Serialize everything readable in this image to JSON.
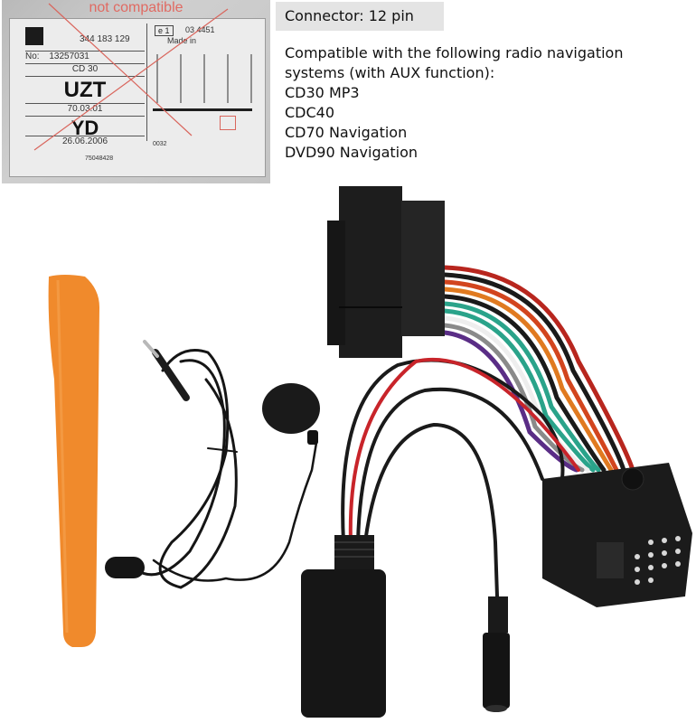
{
  "label_photo": {
    "overlay_text": "not compatible",
    "part_number": "344 183 129",
    "serial_no_label": "No:",
    "serial_no": "13257031",
    "model": "CD 30",
    "code1": "UZT",
    "code2": "70.03.01",
    "code3": "YD",
    "date": "26.06.2006",
    "barcode_number": "75048428",
    "approval_mark": "e 1",
    "approval_number": "03 4451",
    "made_in": "Made in",
    "footer_code": "0032",
    "overlay_color": "#e06a62"
  },
  "spec": {
    "connector_label": "Connector: 12 pin",
    "compat_intro_line1": "Compatible with the following radio navigation",
    "compat_intro_line2": "systems (with AUX function):",
    "models": [
      "CD30 MP3",
      "CDC40",
      "CD70 Navigation",
      "DVD90 Navigation"
    ]
  },
  "product_items": {
    "pry_tool": {
      "name": "orange trim removal tool",
      "color": "#f08a2c"
    },
    "microphone": {
      "name": "clip-on microphone with 3.5mm jack"
    },
    "harness": {
      "name": "12-pin connector wiring harness",
      "wire_colors": [
        "#b8261e",
        "#1a1a1a",
        "#d2451e",
        "#e07a20",
        "#2aa38a",
        "#ffffff",
        "#8a8a8a",
        "#5a2d86"
      ]
    },
    "quadlock": {
      "name": "quadlock radio connector"
    },
    "bluetooth_module": {
      "name": "bluetooth receiver module"
    },
    "aux_jack": {
      "name": "3.5mm female aux socket"
    }
  }
}
